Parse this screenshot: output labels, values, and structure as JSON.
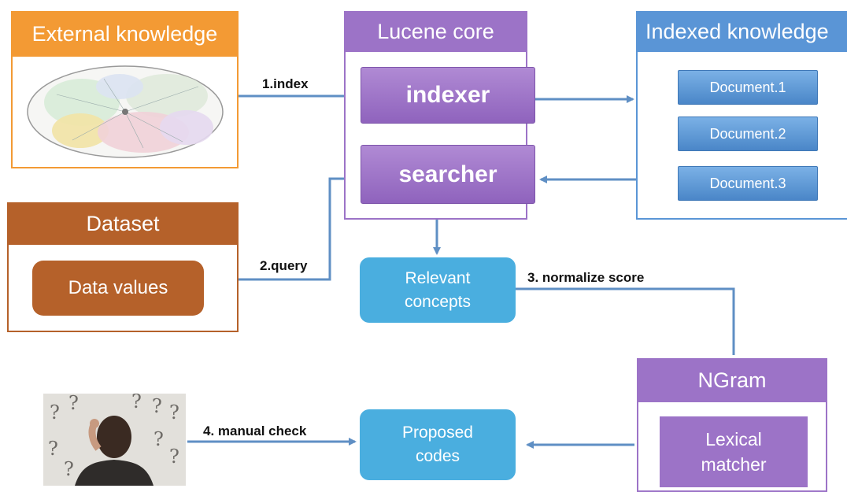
{
  "external": {
    "title": "External knowledge"
  },
  "lucene": {
    "title": "Lucene core",
    "indexer": "indexer",
    "searcher": "searcher"
  },
  "indexed": {
    "title": "Indexed knowledge",
    "docs": [
      "Document.1",
      "Document.2",
      "Document.3"
    ]
  },
  "dataset": {
    "title": "Dataset",
    "values_label": "Data values"
  },
  "relevant": {
    "label": "Relevant\nconcepts"
  },
  "proposed": {
    "label": "Proposed\ncodes"
  },
  "ngram": {
    "title": "NGram",
    "matcher": "Lexical\nmatcher"
  },
  "steps": {
    "index": "1.index",
    "query": "2.query",
    "normalize": "3. normalize score",
    "manual": "4. manual check"
  },
  "colors": {
    "orange": "#f39a34",
    "brown": "#b5612a",
    "purple": "#9c73c7",
    "blue": "#5a95d6",
    "teal": "#4aaedf",
    "arrow": "#5f8fc4"
  },
  "icons": [
    "ontology-graph-image",
    "thinking-person-image"
  ]
}
